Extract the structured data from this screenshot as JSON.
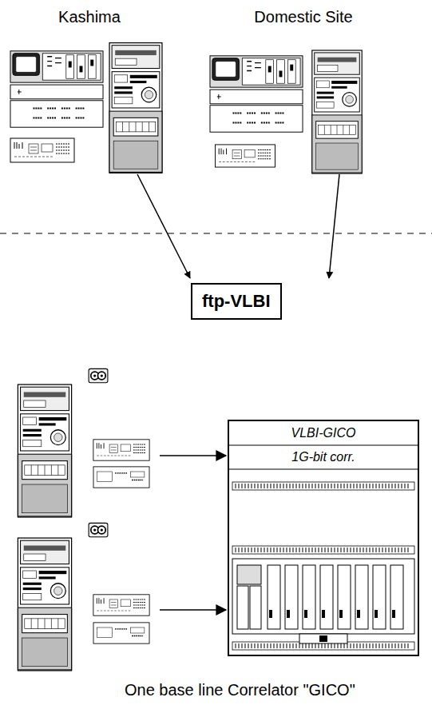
{
  "diagram": {
    "caption": "One base line Correlator \"GICO\"",
    "nodes": [
      {
        "text": [
          "ftp-VLBI"
        ]
      },
      {
        "text": [
          "VLBI-GICO",
          "1G-bit corr."
        ]
      }
    ],
    "labels": [
      "Kashima",
      "Domestic Site"
    ]
  }
}
